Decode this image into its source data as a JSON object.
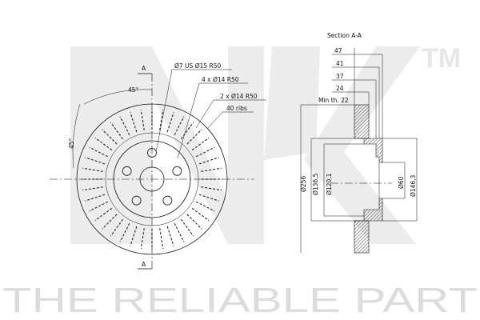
{
  "watermark": {
    "brand": "NK",
    "trademark": "TM",
    "tagline": "THE RELIABLE PART"
  },
  "front_view": {
    "section_marker_top": "A",
    "section_marker_bottom": "A",
    "angle_top": "45°",
    "angle_left": "45°",
    "callouts": [
      "Ø7 US Ø15 R50",
      "4 x Ø14 R50",
      "2 x Ø14 R50",
      "40 ribs"
    ],
    "rib_count": 40,
    "bolt_holes": 5
  },
  "section_view": {
    "title": "Section A-A",
    "widths": [
      "47",
      "41",
      "37",
      "24"
    ],
    "min_thickness": "Min th. 22",
    "diameters": [
      "Ø256",
      "Ø136,5",
      "Ø120,1",
      "Ø60",
      "Ø146,3"
    ]
  }
}
